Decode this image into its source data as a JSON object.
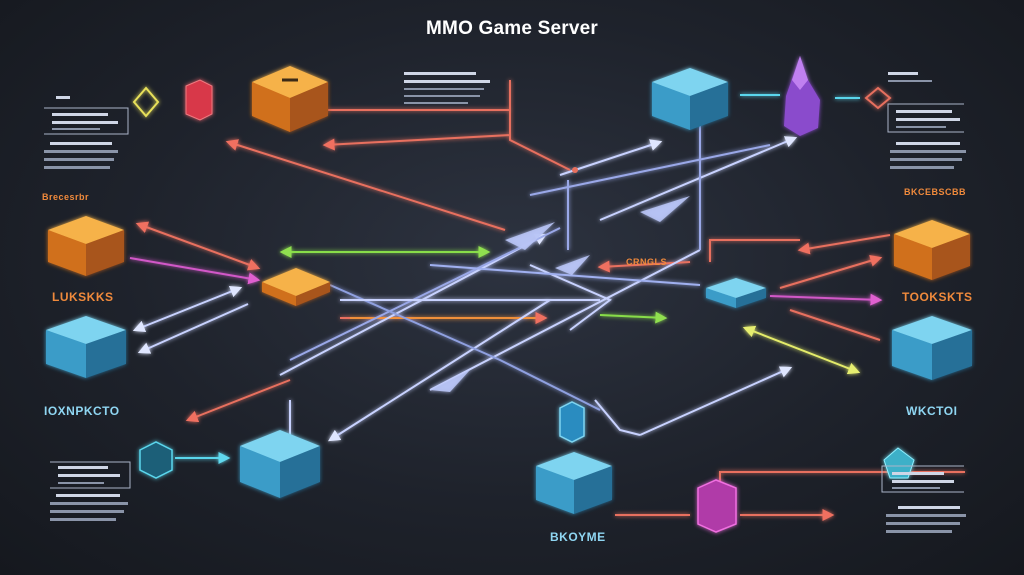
{
  "title": "MMO Game Server",
  "labels": {
    "left_top": "Brecesrbr",
    "left_orange": "LUKSKKS",
    "left_blue": "IOXNPKCTO",
    "center": "CRNGLS",
    "right_orange": "TOOKSKTS",
    "right_blue": "WKCTOI",
    "right_top": "BKCEBSCBB",
    "bottom": "BKOYME"
  },
  "colors": {
    "orange": "#f0902e",
    "blue": "#4cb8e0",
    "red": "#e86a5a",
    "pink": "#e05ac8",
    "purple": "#7a4ab8",
    "green": "#8ee04a",
    "white": "#c8d4ff"
  }
}
